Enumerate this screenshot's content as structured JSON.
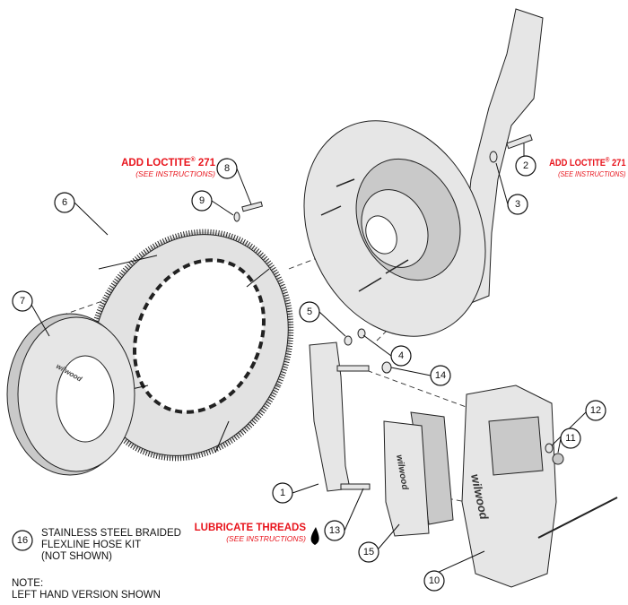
{
  "notes": {
    "loctite_top_left": {
      "main": "ADD LOCTITE",
      "reg": "®",
      "number": "271",
      "sub": "(SEE INSTRUCTIONS)"
    },
    "loctite_top_right": {
      "main": "ADD LOCTITE",
      "reg": "®",
      "number": "271",
      "sub": "(SEE INSTRUCTIONS)"
    },
    "lubricate": {
      "main": "LUBRICATE THREADS",
      "sub": "(SEE INSTRUCTIONS)"
    },
    "hose_kit": {
      "number": "16",
      "lines": [
        "STAINLESS STEEL BRAIDED",
        "FLEXLINE HOSE KIT",
        "(NOT SHOWN)"
      ]
    },
    "note": {
      "title": "NOTE:",
      "text": "LEFT HAND VERSION SHOWN"
    }
  },
  "callouts": [
    "1",
    "2",
    "3",
    "4",
    "5",
    "6",
    "7",
    "8",
    "9",
    "10",
    "11",
    "12",
    "13",
    "14",
    "15"
  ],
  "logos": {
    "brand": "wilwood"
  },
  "colors": {
    "accent_red": "#e8141c",
    "line": "#111111",
    "part_fill": "#e6e6e6"
  }
}
